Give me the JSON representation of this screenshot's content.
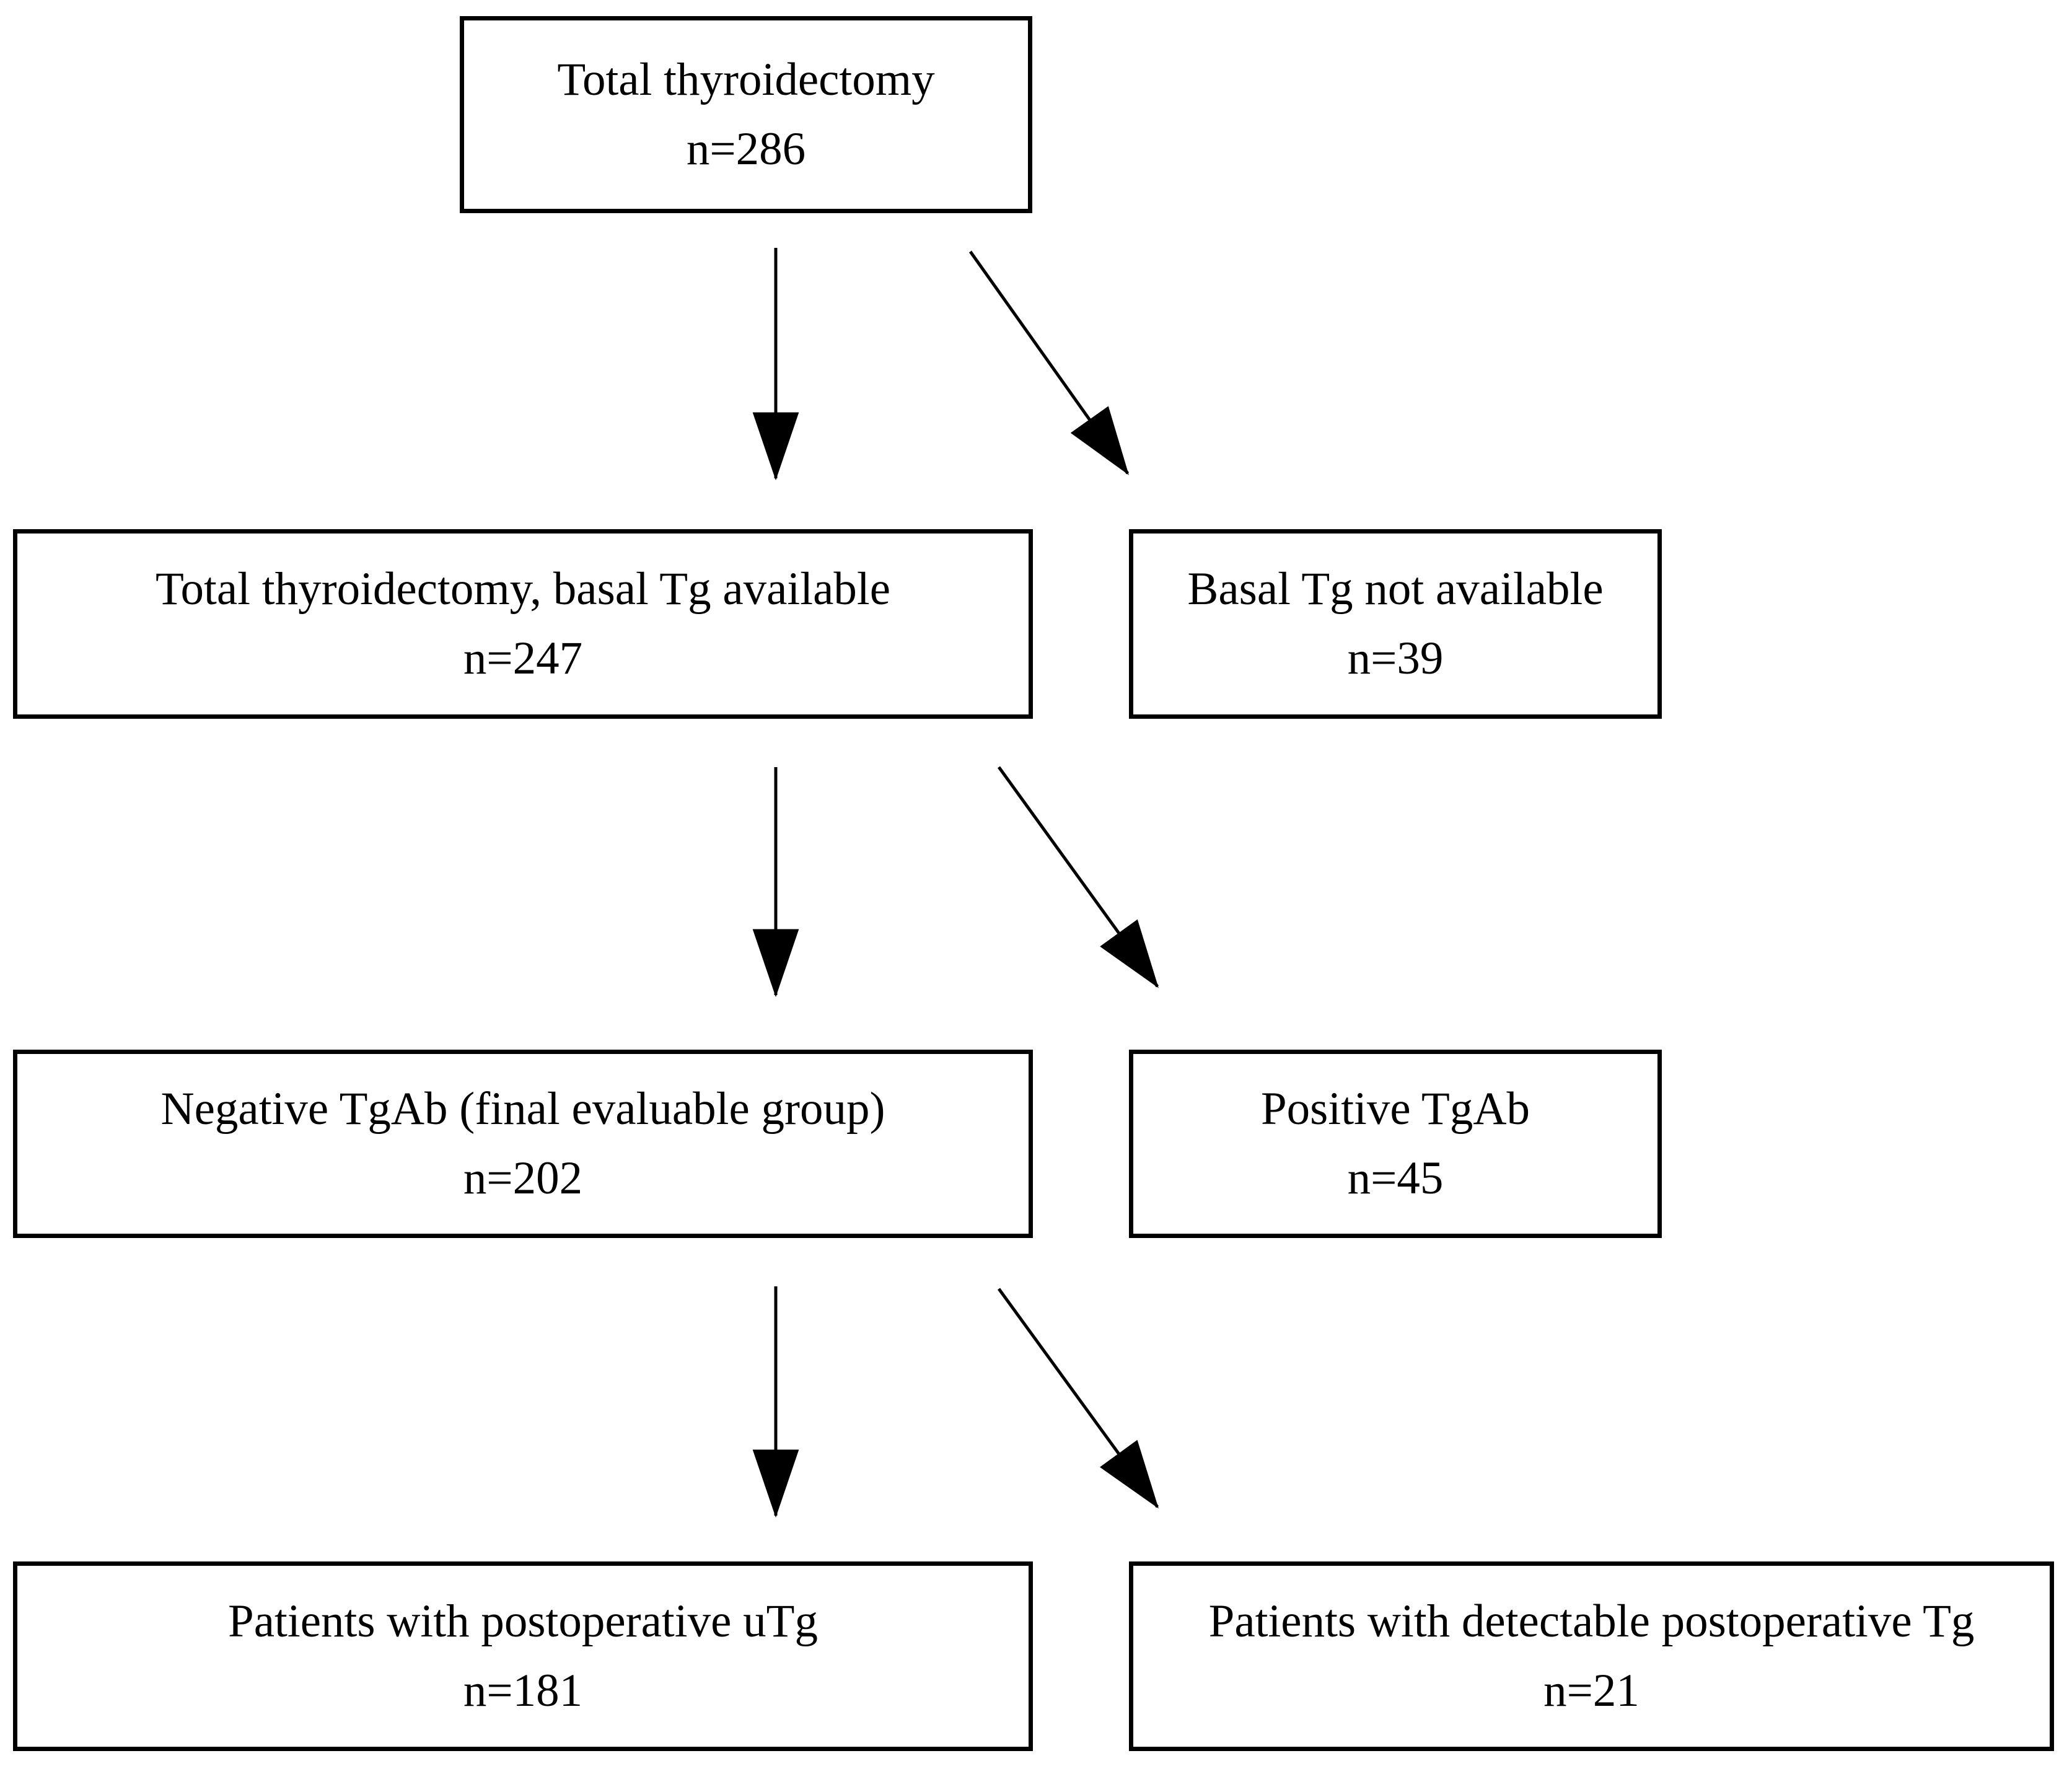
{
  "diagram": {
    "background_color": "#ffffff",
    "box_border_color": "#000000",
    "text_color": "#000000",
    "nodes": [
      {
        "id": "total",
        "label": "Total thyroidectomy",
        "n_label": "n=286"
      },
      {
        "id": "basal_available",
        "label": "Total thyroidectomy, basal Tg available",
        "n_label": "n=247"
      },
      {
        "id": "basal_not_available",
        "label": "Basal Tg not available",
        "n_label": "n=39"
      },
      {
        "id": "negative_tgab",
        "label": "Negative TgAb (final evaluable group)",
        "n_label": "n=202"
      },
      {
        "id": "positive_tgab",
        "label": "Positive TgAb",
        "n_label": "n=45"
      },
      {
        "id": "postoperative_utg",
        "label": "Patients with postoperative uTg",
        "n_label": "n=181"
      },
      {
        "id": "detectable_tg",
        "label": "Patients with detectable postoperative Tg",
        "n_label": "n=21"
      }
    ],
    "edges": [
      {
        "from": "total",
        "to": "basal_available"
      },
      {
        "from": "total",
        "to": "basal_not_available"
      },
      {
        "from": "basal_available",
        "to": "negative_tgab"
      },
      {
        "from": "basal_available",
        "to": "positive_tgab"
      },
      {
        "from": "negative_tgab",
        "to": "postoperative_utg"
      },
      {
        "from": "negative_tgab",
        "to": "detectable_tg"
      }
    ]
  }
}
